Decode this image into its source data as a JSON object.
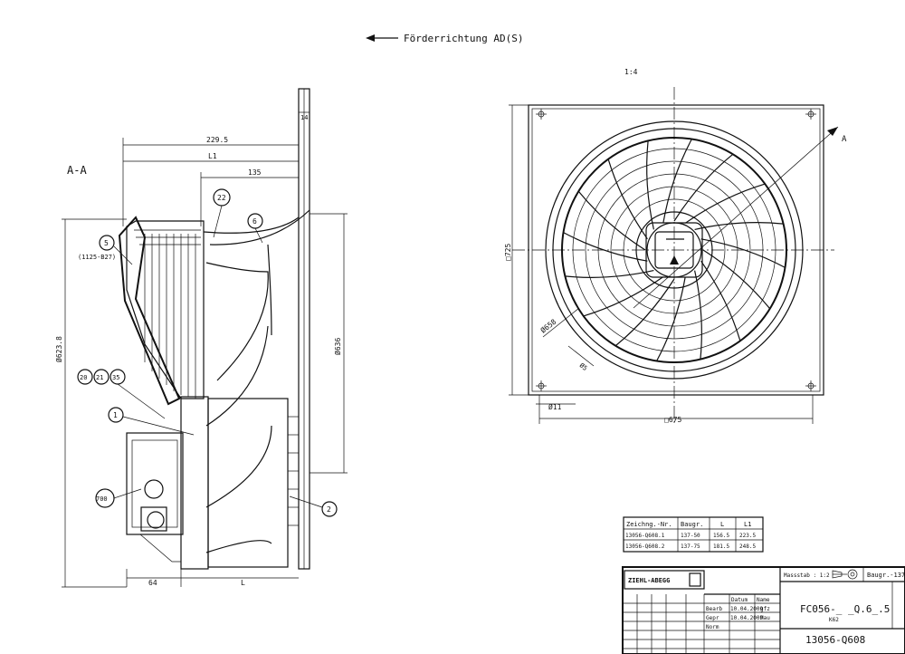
{
  "header": {
    "airflow_label": "Förderrichtung AD(S)"
  },
  "section_view": {
    "section_label": "A-A",
    "dims": {
      "overall_length": "229.5",
      "l1": "L1",
      "d135": "135",
      "d14": "14",
      "d64": "64",
      "l": "L",
      "dia_outer": "Ø623.8",
      "dia_inner": "Ø636"
    },
    "callouts": [
      "22",
      "6",
      "5",
      "20",
      "21",
      "35",
      "1",
      "700",
      "2"
    ],
    "callout_5_note": "(1125-B27)"
  },
  "front_view": {
    "scale_note": "1:4",
    "section_marker": "A",
    "dims": {
      "height": "□725",
      "width": "□675",
      "hole": "Ø11",
      "dia": "Ø658",
      "dia_small": "Ø5"
    }
  },
  "variant_table": {
    "headers": [
      "Zeichng.-Nr.",
      "Baugr.",
      "L",
      "L1"
    ],
    "rows": [
      [
        "13056-Q608.1",
        "137-50",
        "156.5",
        "223.5"
      ],
      [
        "13056-Q608.2",
        "137-75",
        "181.5",
        "248.5"
      ]
    ]
  },
  "title_block": {
    "company": "ZIEHL-ABEGG",
    "scale": "Massstab : 1:2",
    "size": "Baugr.-137",
    "part_number": "FC056-_ _Q.6_.5",
    "sub": "K62",
    "drawing_number": "13056-Q608",
    "cells": {
      "datum": "Datum",
      "name": "Name",
      "bearb": "Bearb",
      "gepr": "Gepr",
      "norm": "Norm",
      "date1": "10.04.2009",
      "date2": "10.04.2009",
      "n1": "gfz",
      "n2": "Mau"
    }
  },
  "icons": {
    "logo": "ziehl-abegg-logo-icon",
    "projection": "first-angle-projection-icon",
    "arrow": "arrow-left-icon"
  }
}
